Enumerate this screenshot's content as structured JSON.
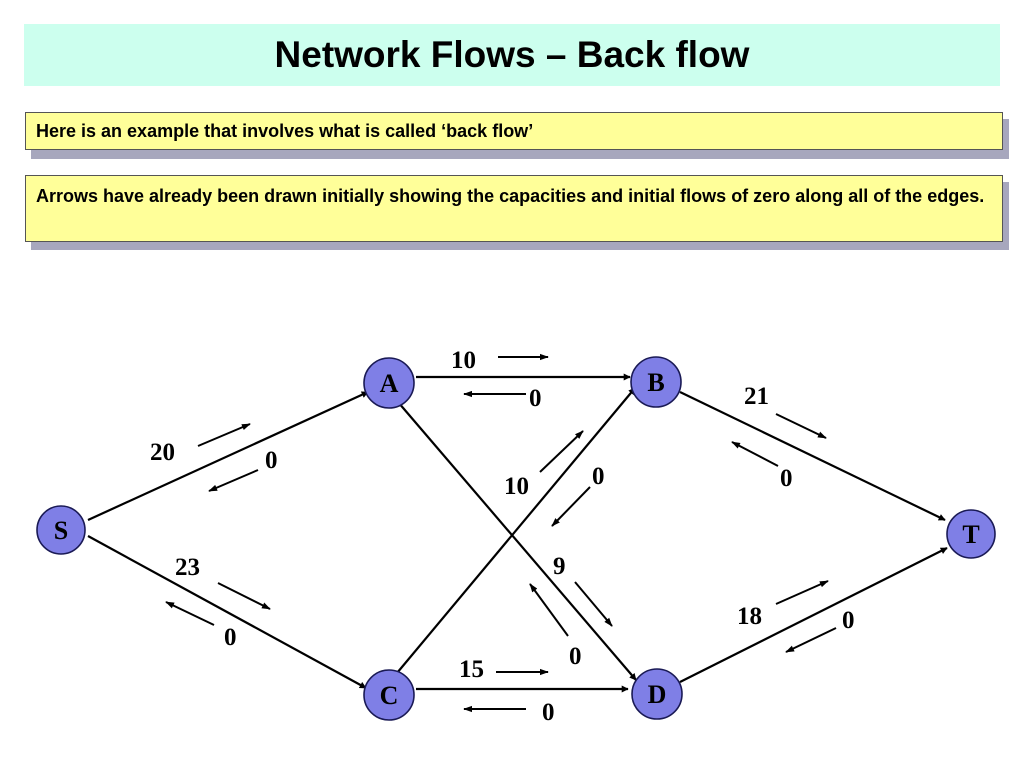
{
  "slide": {
    "title": "Network Flows – Back flow",
    "note1": "Here is an example that involves what is called ‘back flow’",
    "note2": "Arrows have already been drawn initially showing the capacities and initial flows of zero along all of the edges."
  },
  "diagram": {
    "nodes": [
      {
        "id": "S",
        "label": "S"
      },
      {
        "id": "A",
        "label": "A"
      },
      {
        "id": "B",
        "label": "B"
      },
      {
        "id": "C",
        "label": "C"
      },
      {
        "id": "D",
        "label": "D"
      },
      {
        "id": "T",
        "label": "T"
      }
    ],
    "edges": [
      {
        "from": "S",
        "to": "A",
        "capacity": "20",
        "flow": "0"
      },
      {
        "from": "S",
        "to": "C",
        "capacity": "23",
        "flow": "0"
      },
      {
        "from": "A",
        "to": "B",
        "capacity": "10",
        "flow": "0"
      },
      {
        "from": "A",
        "to": "D",
        "capacity": "9",
        "flow": "0"
      },
      {
        "from": "C",
        "to": "B",
        "capacity": "10",
        "flow": "0"
      },
      {
        "from": "C",
        "to": "D",
        "capacity": "15",
        "flow": "0"
      },
      {
        "from": "B",
        "to": "T",
        "capacity": "21",
        "flow": "0"
      },
      {
        "from": "D",
        "to": "T",
        "capacity": "18",
        "flow": "0"
      }
    ],
    "colors": {
      "node_fill": "#7f7fe6",
      "title_bg": "#ccffee",
      "note_bg": "#ffff99"
    }
  }
}
